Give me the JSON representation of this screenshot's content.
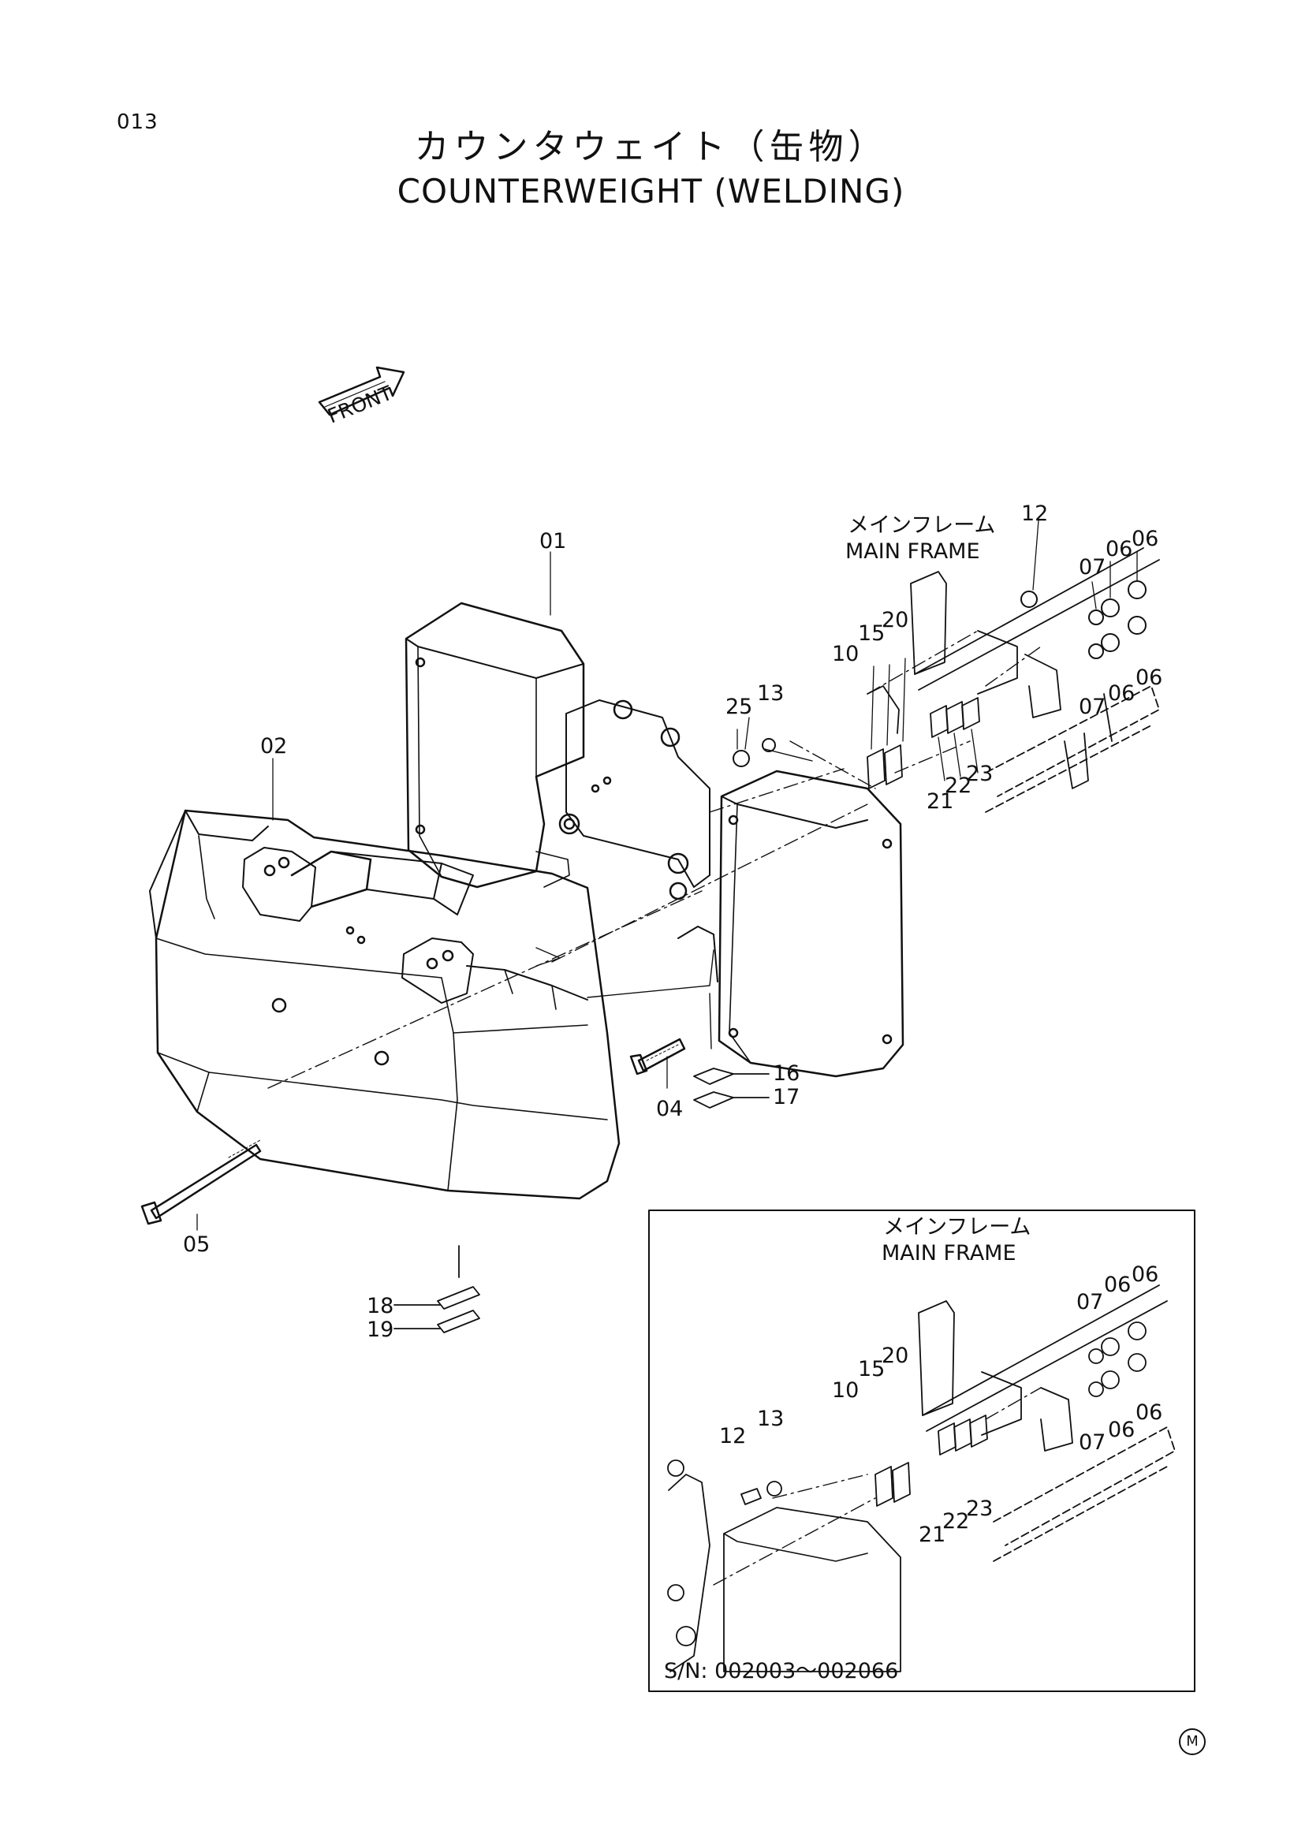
{
  "page_code": "013",
  "title_jp": "カウンタウェイト（缶物）",
  "title_en": "COUNTERWEIGHT (WELDING)",
  "front_label": "FRONT",
  "main_frame": {
    "jp": "メインフレーム",
    "en": "MAIN FRAME"
  },
  "inset": {
    "serial_range": "S/N: 002003～002066",
    "main_frame_jp": "メインフレーム",
    "main_frame_en": "MAIN FRAME"
  },
  "callouts": {
    "c01": "01",
    "c02": "02",
    "c04": "04",
    "c05": "05",
    "c06a": "06",
    "c06b": "06",
    "c06c": "06",
    "c06d": "06",
    "c07a": "07",
    "c07b": "07",
    "c10": "10",
    "c12": "12",
    "c13": "13",
    "c15": "15",
    "c16": "16",
    "c17": "17",
    "c18": "18",
    "c19": "19",
    "c20": "20",
    "c21": "21",
    "c22": "22",
    "c23": "23",
    "c25": "25"
  },
  "inset_callouts": {
    "c06a": "06",
    "c06b": "06",
    "c06c": "06",
    "c06d": "06",
    "c07a": "07",
    "c07b": "07",
    "c10": "10",
    "c12": "12",
    "c13": "13",
    "c15": "15",
    "c20": "20",
    "c21": "21",
    "c22": "22",
    "c23": "23"
  },
  "revision_mark": "M"
}
